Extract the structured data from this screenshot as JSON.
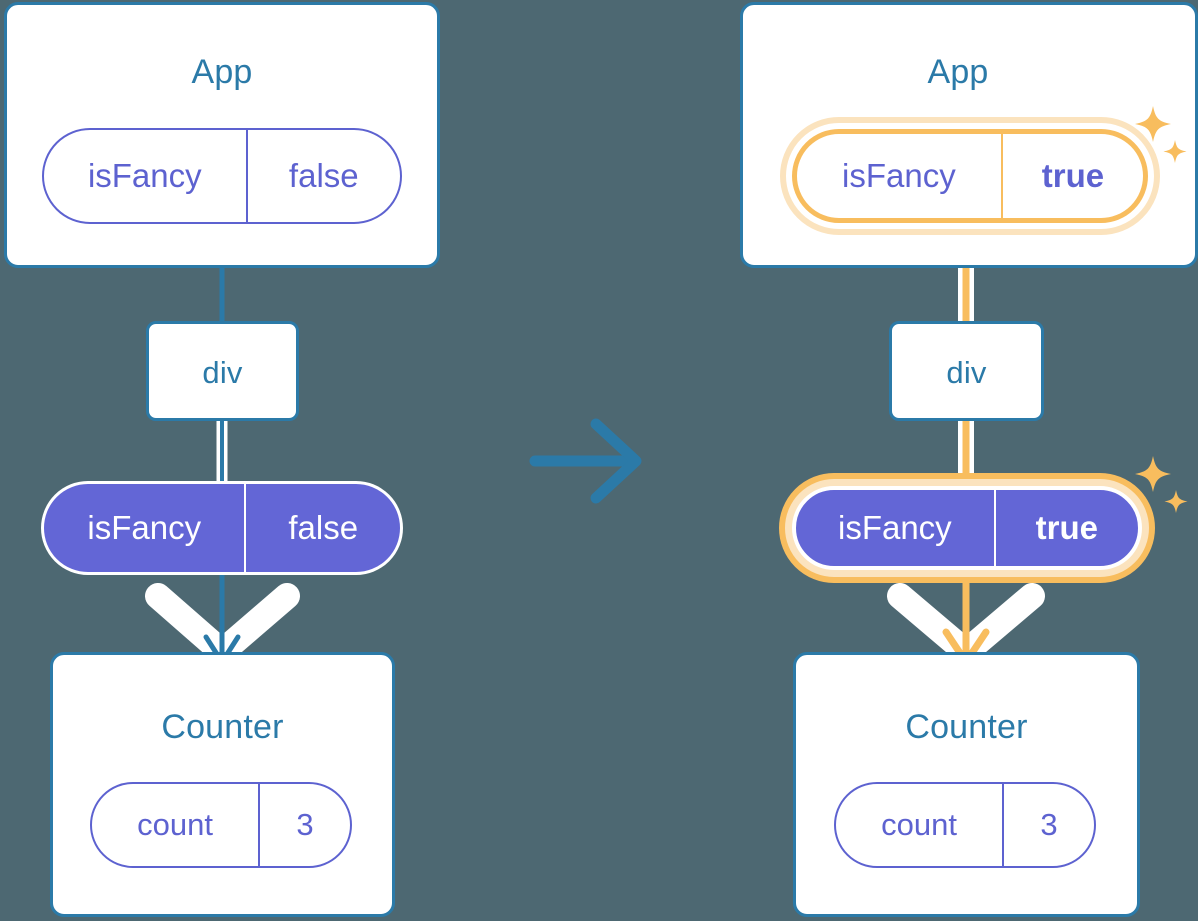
{
  "diagram": {
    "type": "react-state-propagation",
    "background_color": "#4d6872",
    "accent_blue": "#2b7aa8",
    "accent_purple": "#5d62d0",
    "prop_purple_fill": "#6366d6",
    "highlight_amber": "#f8bd5e",
    "highlight_pale": "#fbe3be",
    "transition_label": "arrow-right"
  },
  "left_panel": {
    "app": {
      "title": "App",
      "state_pill": {
        "key": "isFancy",
        "value": "false",
        "highlighted": false
      }
    },
    "div": {
      "label": "div"
    },
    "prop_pill": {
      "key": "isFancy",
      "value": "false",
      "highlighted": false
    },
    "counter": {
      "title": "Counter",
      "state_pill": {
        "key": "count",
        "value": "3",
        "highlighted": false
      }
    }
  },
  "right_panel": {
    "app": {
      "title": "App",
      "state_pill": {
        "key": "isFancy",
        "value": "true",
        "highlighted": true
      }
    },
    "div": {
      "label": "div"
    },
    "prop_pill": {
      "key": "isFancy",
      "value": "true",
      "highlighted": true
    },
    "counter": {
      "title": "Counter",
      "state_pill": {
        "key": "count",
        "value": "3",
        "highlighted": false
      }
    }
  },
  "icons": {
    "sparkle_top": "sparkles-icon",
    "sparkle_bottom": "sparkles-icon",
    "transition": "arrow-right-icon"
  }
}
